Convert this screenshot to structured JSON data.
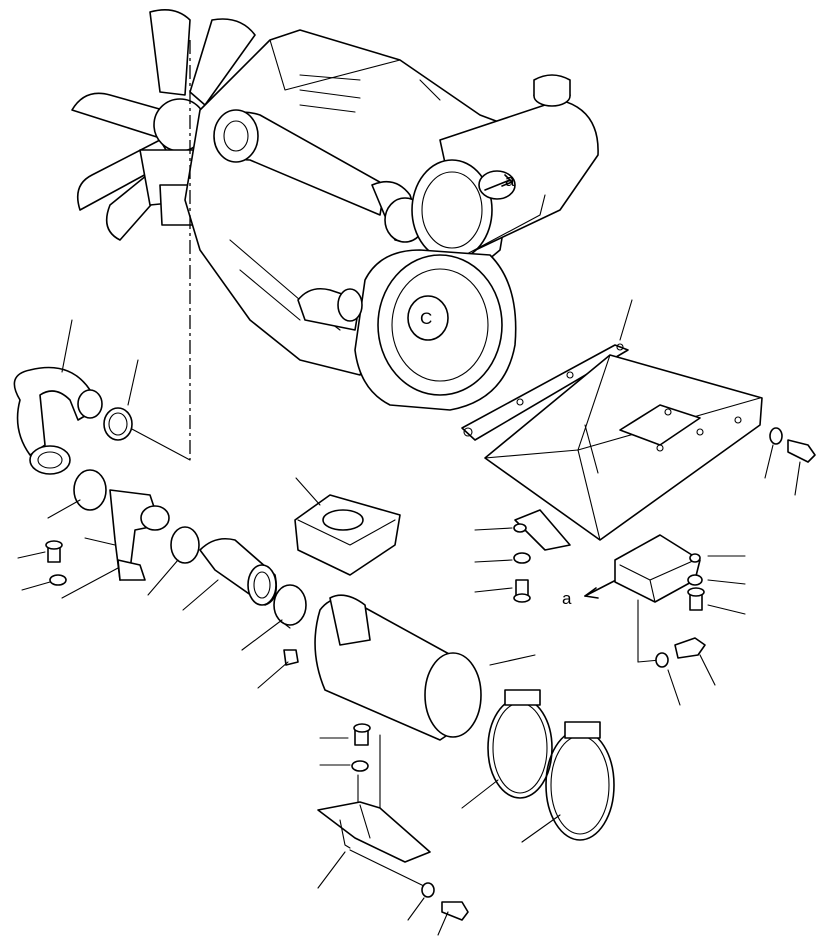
{
  "labels": {
    "view_arrow_letter": "a",
    "detail_letter_top": "a",
    "flywheel_letter": "C"
  },
  "colors": {
    "line": "#000000",
    "background": "#ffffff"
  }
}
